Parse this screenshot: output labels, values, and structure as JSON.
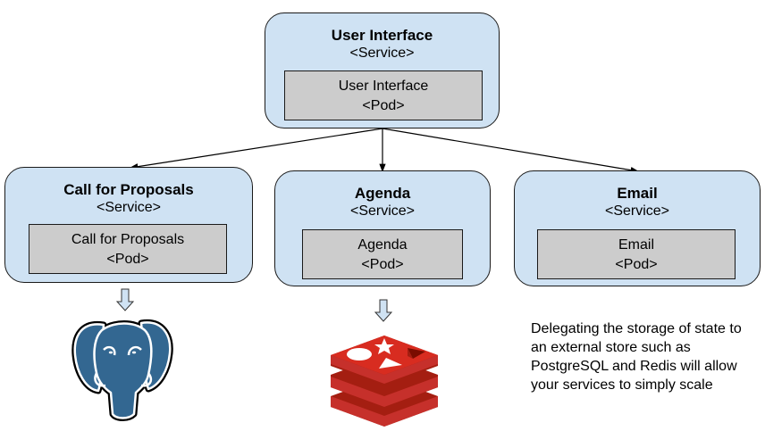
{
  "diagram": {
    "root_service": {
      "title": "User Interface",
      "kind": "<Service>",
      "pod": {
        "name": "User Interface",
        "kind": "<Pod>"
      }
    },
    "child_services": [
      {
        "title": "Call for Proposals",
        "kind": "<Service>",
        "pod": {
          "name": "Call for Proposals",
          "kind": "<Pod>"
        },
        "backing_store": "PostgreSQL"
      },
      {
        "title": "Agenda",
        "kind": "<Service>",
        "pod": {
          "name": "Agenda",
          "kind": "<Pod>"
        },
        "backing_store": "Redis"
      },
      {
        "title": "Email",
        "kind": "<Service>",
        "pod": {
          "name": "Email",
          "kind": "<Pod>"
        }
      }
    ],
    "note": "Delegating the storage of state to an external store such as PostgreSQL and Redis will allow your services to simply scale",
    "icons": {
      "postgres": "postgresql-elephant-logo",
      "redis": "redis-stack-logo",
      "store_arrow": "down-arrow"
    },
    "colors": {
      "service_fill": "#cfe2f3",
      "pod_fill": "#cccccc",
      "postgres_blue": "#336791",
      "redis_red": "#c6302b"
    }
  }
}
